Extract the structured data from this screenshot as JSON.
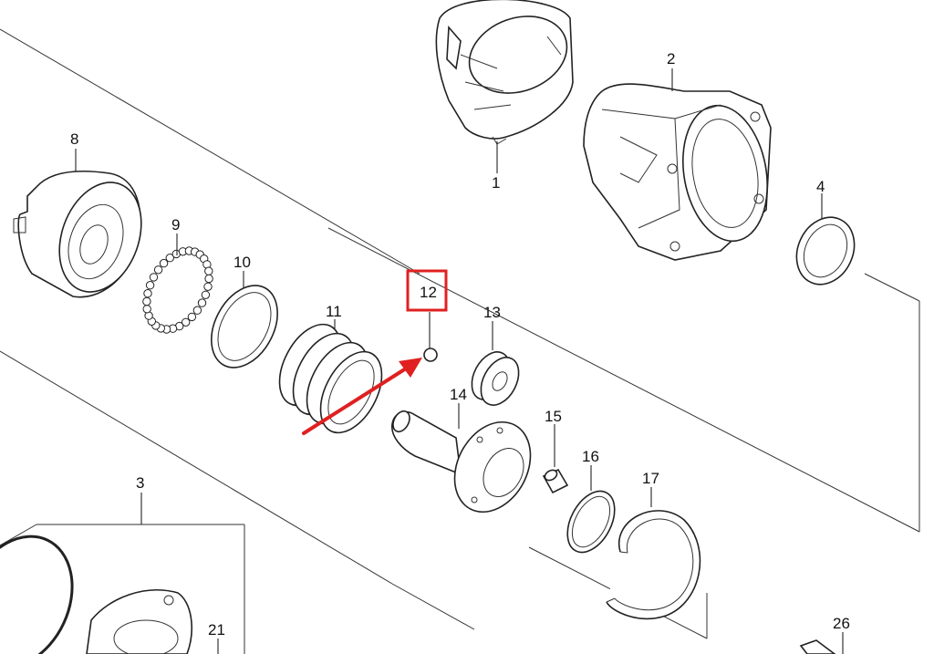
{
  "diagram": {
    "parts": [
      {
        "id": "part-1",
        "label": "1"
      },
      {
        "id": "part-2",
        "label": "2"
      },
      {
        "id": "part-3",
        "label": "3"
      },
      {
        "id": "part-4",
        "label": "4"
      },
      {
        "id": "part-8",
        "label": "8"
      },
      {
        "id": "part-9",
        "label": "9"
      },
      {
        "id": "part-10",
        "label": "10"
      },
      {
        "id": "part-11",
        "label": "11"
      },
      {
        "id": "part-12",
        "label": "12"
      },
      {
        "id": "part-13",
        "label": "13"
      },
      {
        "id": "part-14",
        "label": "14"
      },
      {
        "id": "part-15",
        "label": "15"
      },
      {
        "id": "part-16",
        "label": "16"
      },
      {
        "id": "part-17",
        "label": "17"
      },
      {
        "id": "part-21",
        "label": "21"
      },
      {
        "id": "part-26",
        "label": "26"
      }
    ],
    "highlight": {
      "part_label": "12",
      "color": "#e02020"
    }
  }
}
